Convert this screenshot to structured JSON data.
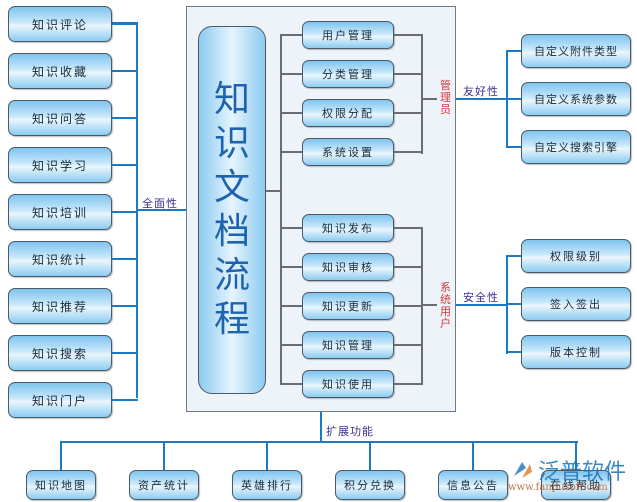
{
  "core": {
    "title": "知识文档流程"
  },
  "left_group": {
    "label": "全面性",
    "items": [
      "知识评论",
      "知识收藏",
      "知识问答",
      "知识学习",
      "知识培训",
      "知识统计",
      "知识推荐",
      "知识搜索",
      "知识门户"
    ]
  },
  "admin_group": {
    "label": "管理员",
    "items": [
      "用户管理",
      "分类管理",
      "权限分配",
      "系统设置"
    ]
  },
  "user_group": {
    "label": "系统用户",
    "items": [
      "知识发布",
      "知识审核",
      "知识更新",
      "知识管理",
      "知识使用"
    ]
  },
  "friendly_group": {
    "label": "友好性",
    "items": [
      "自定义附件类型",
      "自定义系统参数",
      "自定义搜索引擎"
    ]
  },
  "security_group": {
    "label": "安全性",
    "items": [
      "权限级别",
      "签入签出",
      "版本控制"
    ]
  },
  "extension_group": {
    "label": "扩展功能",
    "items": [
      "知识地图",
      "资产统计",
      "英雄排行",
      "积分兑换",
      "信息公告",
      "在线帮助"
    ]
  },
  "watermark": {
    "brand": "泛普软件",
    "url": "www.fanpusoft.com"
  },
  "colors": {
    "connector_blue": "#1a7ac6",
    "connector_gray": "#6a6e72",
    "core_text": "#1e63b0",
    "label_red": "#d8383a",
    "label_purple": "#3a2e8a"
  }
}
